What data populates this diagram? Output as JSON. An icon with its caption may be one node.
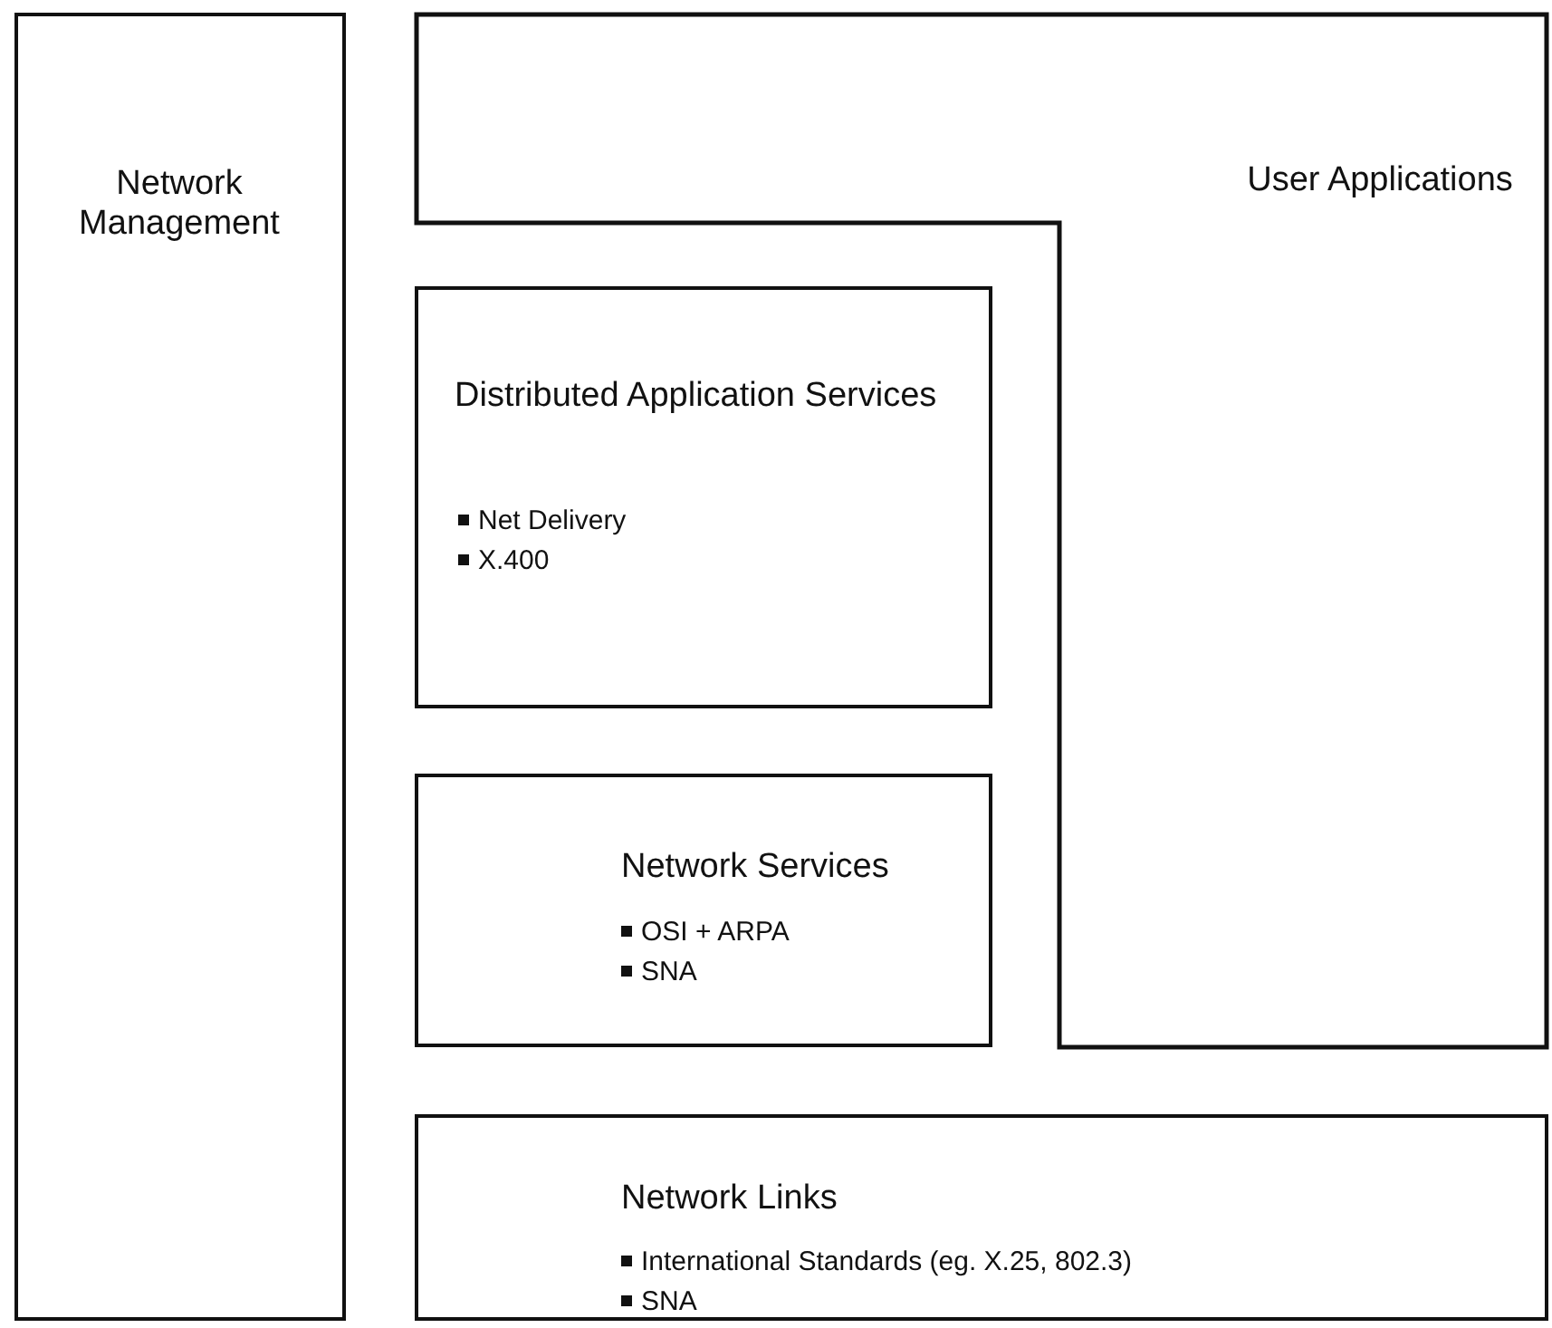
{
  "diagram": {
    "nodes": [
      {
        "text": [
          "Network Management"
        ]
      },
      {
        "text": [
          "User Applications"
        ]
      },
      {
        "text": [
          "Distributed Application Services",
          "Net Delivery",
          "X.400"
        ]
      },
      {
        "text": [
          "Network Services",
          "OSI + ARPA",
          "SNA"
        ]
      },
      {
        "text": [
          "Network Links",
          "International Standards (eg. X.25, 802.3)",
          "SNA"
        ]
      }
    ]
  }
}
